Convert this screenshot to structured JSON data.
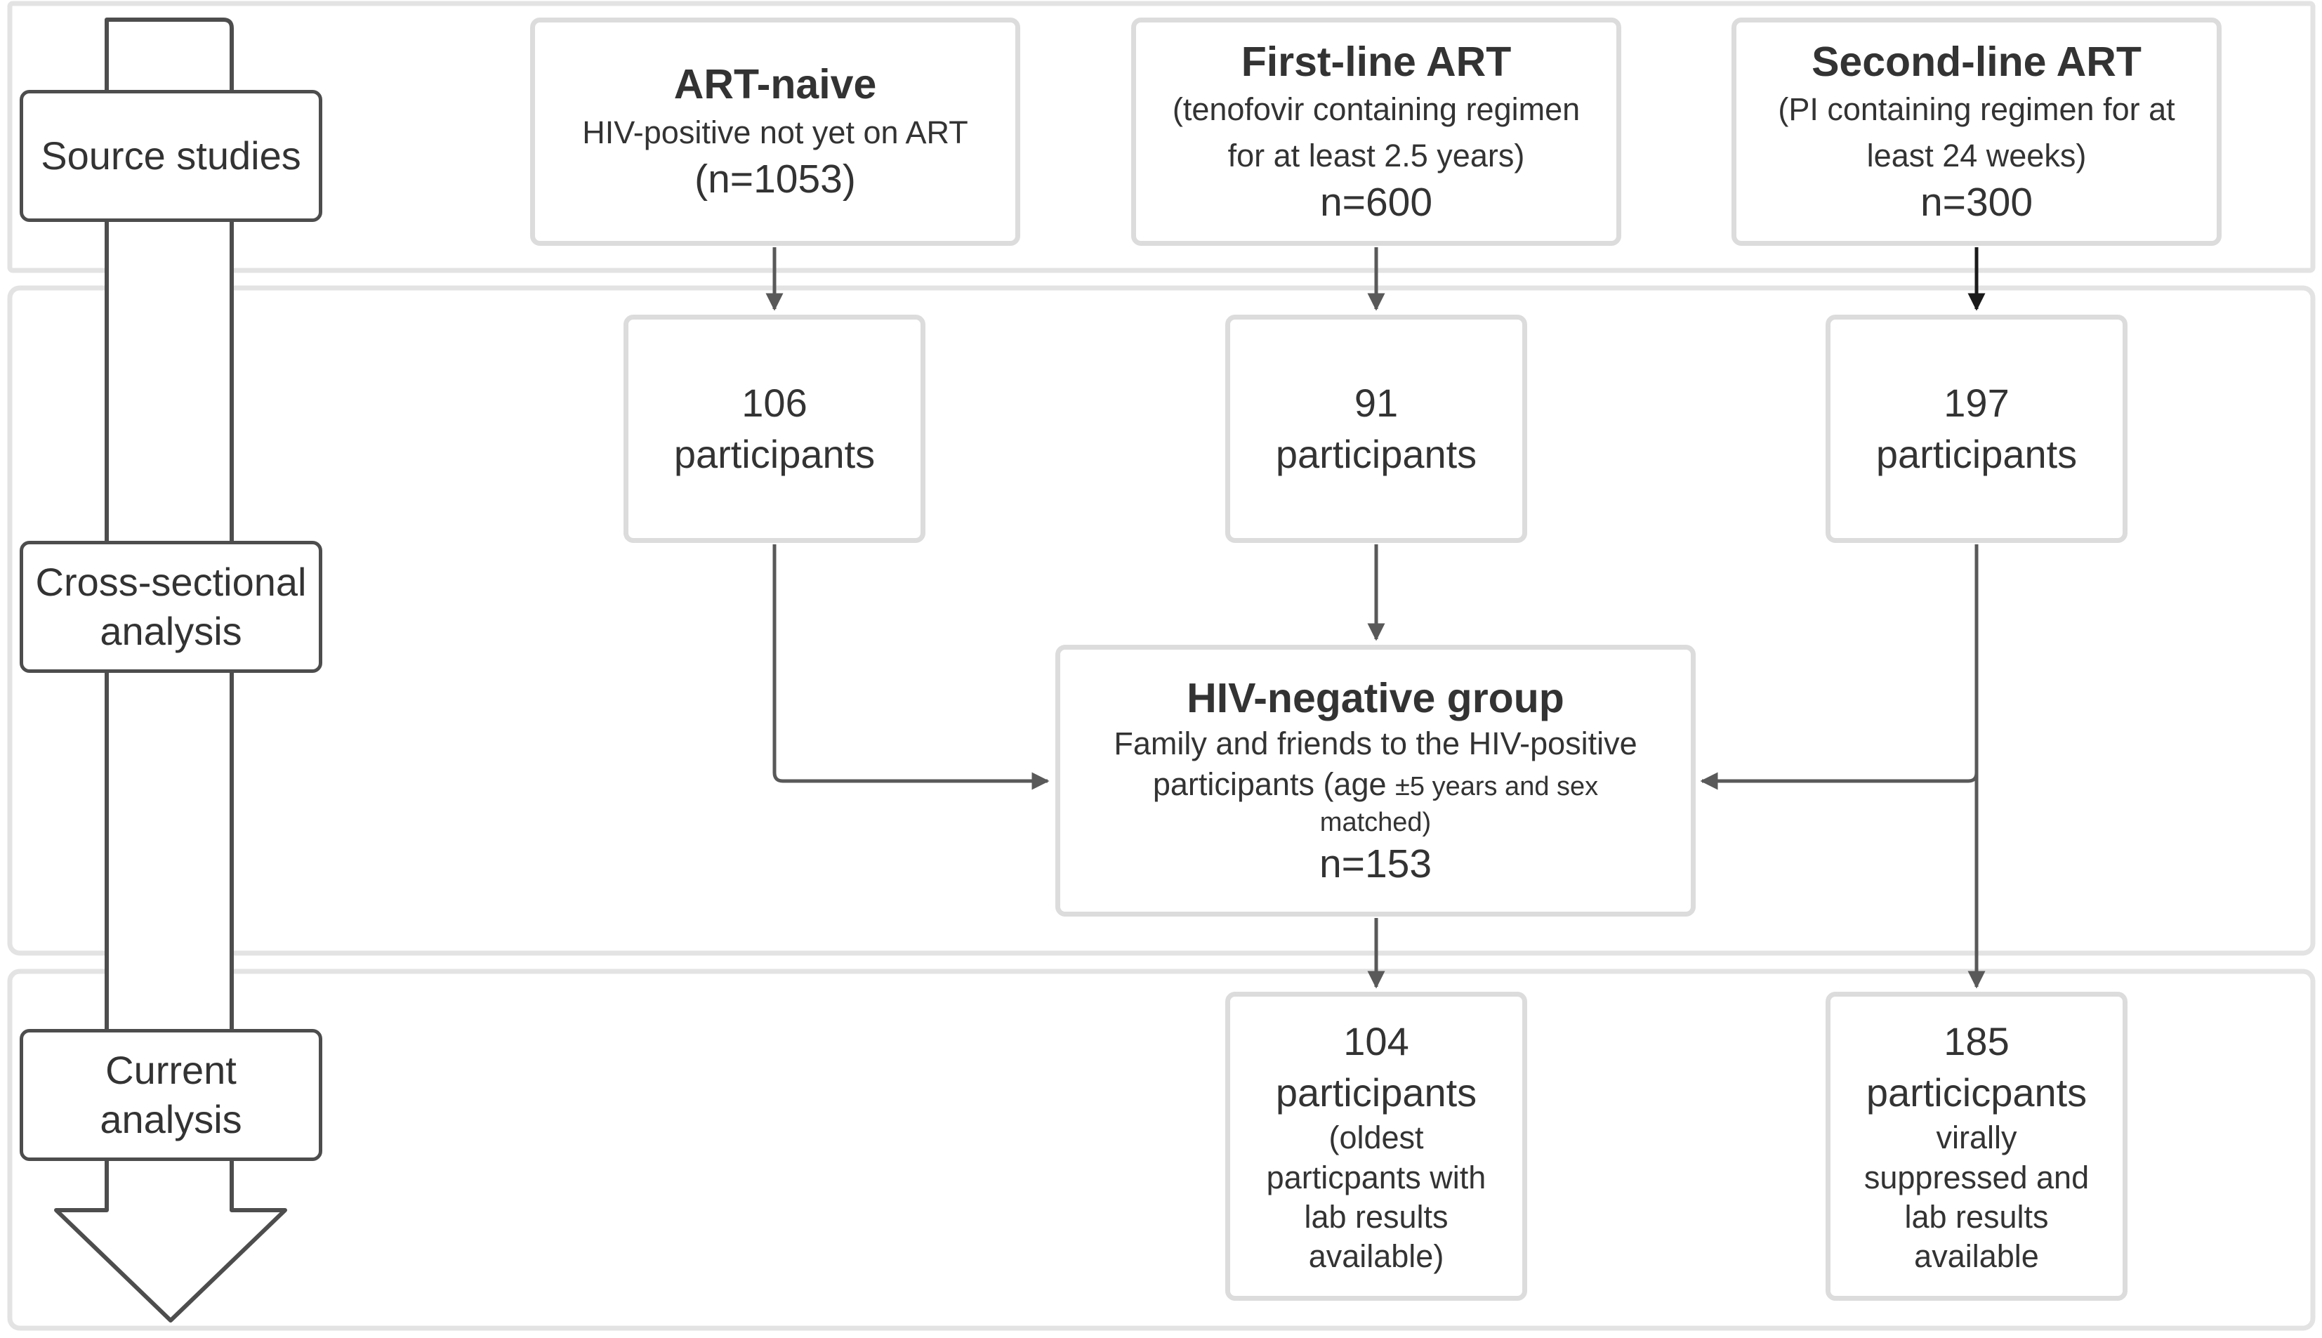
{
  "stages": {
    "source": "Source studies",
    "cross_line1": "Cross-sectional",
    "cross_line2": "analysis",
    "current_line1": "Current",
    "current_line2": "analysis"
  },
  "source": {
    "naive": {
      "title": "ART-naive",
      "desc": "HIV-positive not yet on ART",
      "n": "(n=1053)"
    },
    "first": {
      "title": "First-line ART",
      "desc1": "(tenofovir containing regimen",
      "desc2": "for at least 2.5 years)",
      "n": "n=600"
    },
    "second": {
      "title": "Second-line ART",
      "desc1": "(PI containing regimen for at",
      "desc2": "least 24 weeks)",
      "n": "n=300"
    }
  },
  "cross": {
    "naive": {
      "count": "106",
      "label": "participants"
    },
    "first": {
      "count": "91",
      "label": "participants"
    },
    "second": {
      "count": "197",
      "label": "participants"
    }
  },
  "negative": {
    "title": "HIV-negative group",
    "line1": "Family and friends to the HIV-positive",
    "line2a": "participants (age ",
    "line2b": "±5 years and sex",
    "line3": "matched)",
    "n": "n=153"
  },
  "current": {
    "first": {
      "count": "104",
      "label": "participants",
      "note1": "(oldest",
      "note2": "particpants with",
      "note3": "lab results",
      "note4": "available)"
    },
    "second": {
      "count": "185",
      "label": "particicpants",
      "note1": "virally",
      "note2": "suppressed and",
      "note3": "lab results",
      "note4": "available"
    }
  },
  "colors": {
    "panel_border": "#e3e3e3",
    "box_border": "#dcdcdc",
    "connector": "#595959",
    "stage_border": "#4d4d4d",
    "text": "#333333"
  }
}
